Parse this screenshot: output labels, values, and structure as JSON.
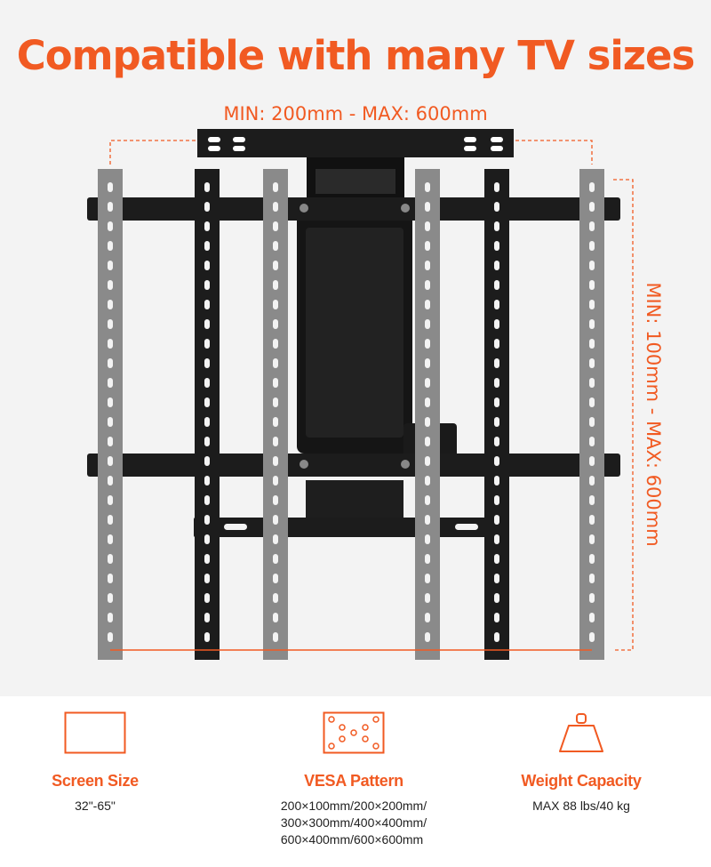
{
  "headline": "Compatible with many TV sizes",
  "dimensions": {
    "width_label": "MIN: 200mm - MAX: 600mm",
    "height_label": "MIN: 100mm - MAX: 600mm"
  },
  "specs": [
    {
      "title": "Screen Size",
      "value": "32\"-65\"",
      "icon": "screen-icon"
    },
    {
      "title": "VESA Pattern",
      "value_lines": [
        "200×100mm/200×200mm/",
        "300×300mm/400×400mm/",
        "600×400mm/600×600mm"
      ],
      "icon": "vesa-pattern-icon"
    },
    {
      "title": "Weight Capacity",
      "value": "MAX 88 lbs/40 kg",
      "icon": "weight-icon"
    }
  ],
  "colors": {
    "accent": "#f15a22",
    "panel_background": "#f3f3f3",
    "bracket_black": "#1c1c1c",
    "bracket_gray": "#8a8a8a"
  }
}
